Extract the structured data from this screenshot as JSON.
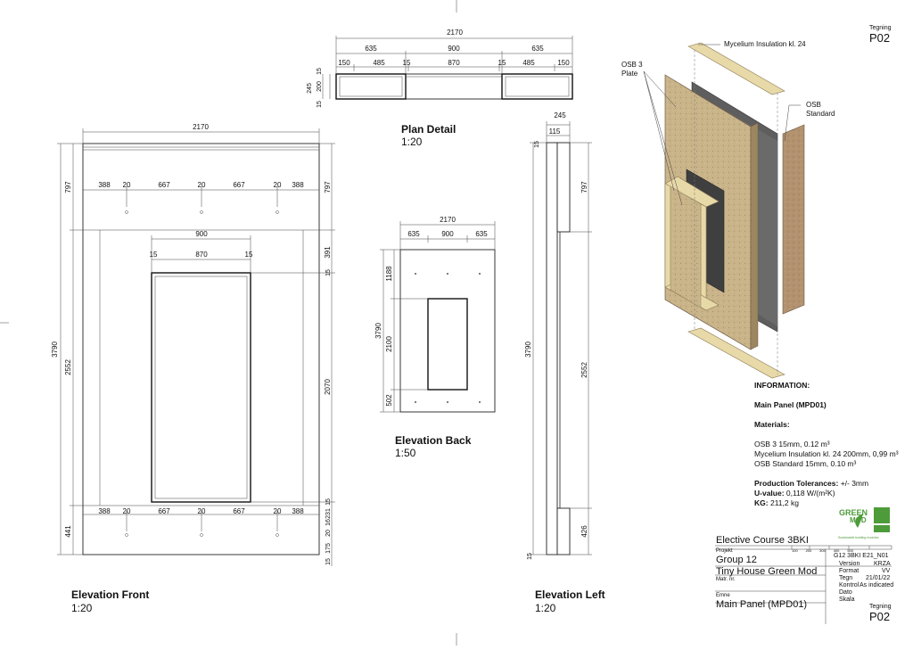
{
  "sheet": {
    "tegning_label": "Tegning",
    "tegning_value": "P02"
  },
  "plan": {
    "title": "Plan Detail",
    "scale": "1:20",
    "dims_top": [
      "2170"
    ],
    "dims_mid": [
      "635",
      "900",
      "635"
    ],
    "dims_low": [
      "150",
      "485",
      "15",
      "870",
      "15",
      "485",
      "150"
    ],
    "dims_side": [
      "245",
      "15",
      "200",
      "15"
    ]
  },
  "front": {
    "title": "Elevation Front",
    "scale": "1:20",
    "width": "2170",
    "height": "3790",
    "top_part": "797",
    "mid_part": "2552",
    "bottom_part": "441",
    "row_top": [
      "388",
      "20",
      "667",
      "20",
      "667",
      "20",
      "388"
    ],
    "row_bottom": [
      "388",
      "20",
      "667",
      "20",
      "667",
      "20",
      "388"
    ],
    "opening_outer": "900",
    "opening_inner": [
      "15",
      "870",
      "15"
    ],
    "right_dims": [
      "797",
      "391",
      "15",
      "2070",
      "15",
      "231",
      "16",
      "20",
      "175",
      "15"
    ]
  },
  "back": {
    "title": "Elevation Back",
    "scale": "1:50",
    "width": "2170",
    "parts": [
      "635",
      "900",
      "635"
    ],
    "height": "3790",
    "v_parts": [
      "1188",
      "2100",
      "502"
    ]
  },
  "left": {
    "title": "Elevation Left",
    "scale": "1:20",
    "top_dims": [
      "245",
      "115",
      "15"
    ],
    "height": "3790",
    "parts": [
      "797",
      "2552",
      "426",
      "15"
    ]
  },
  "iso": {
    "labels": {
      "mycelium": "Mycelium Insulation kl. 24",
      "osb3_line1": "OSB 3",
      "osb3_line2": "Plate",
      "osb_std_line1": "OSB",
      "osb_std_line2": "Standard"
    },
    "colors": {
      "osb3": "#c9b48a",
      "insulation": "#5e5e5e",
      "osb_std": "#b39270",
      "frame": "#e8d9a8"
    }
  },
  "information": {
    "heading": "INFORMATION:",
    "panel": "Main Panel (MPD01)",
    "materials_heading": "Materials:",
    "materials": [
      "OSB 3 15mm, 0.12 m³",
      "Mycelium Insulation kl. 24  200mm, 0,99 m³",
      "OSB Standard 15mm, 0.10 m³"
    ],
    "tolerance_label": "Production Tolerances:",
    "tolerance_value": "+/- 3mm",
    "uvalue_label": "U-value:",
    "uvalue_value": "0,118 W/(m²K)",
    "kg_label": "KG:",
    "kg_value": "211,2 kg"
  },
  "logo": {
    "line1": "GREEN",
    "line2": "MOD",
    "tagline": "Sustainable building modules",
    "color": "#4e9b3a"
  },
  "titleblock": {
    "course": "Elective Course 3BKI",
    "projekt_label": "Projekt",
    "group": "Group 12",
    "project_name": "Tiny House Green Mod",
    "matr_label": "Matr. nr.",
    "emne_label": "Emne",
    "emne_value": "Main Panel (MPD01)",
    "scale_ticks": [
      "100",
      "200",
      "300",
      "400",
      "500"
    ],
    "drawing_id": "G12 3BKI E21_N01",
    "version_label": "Version",
    "version_value": "KRZA",
    "format_label": "Format",
    "format_value": "VV",
    "tegn_label": "Tegn",
    "tegn_value": "21/01/22",
    "kontrol_label": "Kontrol",
    "kontrol_value": "As indicated",
    "dato_label": "Dato",
    "skala_label": "Skala",
    "tegning_label": "Tegning",
    "tegning_value": "P02"
  }
}
